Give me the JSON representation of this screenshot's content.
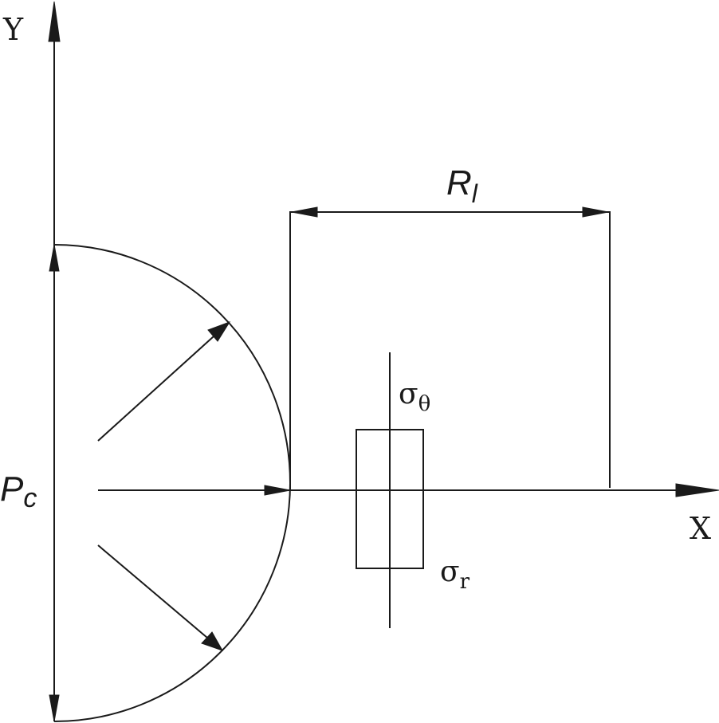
{
  "axes": {
    "y_label": "Y",
    "x_label": "X"
  },
  "labels": {
    "pressure_main": "P",
    "pressure_sub": "c",
    "radius_main": "R",
    "radius_sub": "l",
    "sigma_theta_main": "σ",
    "sigma_theta_sub": "θ",
    "sigma_r_main": "σ",
    "sigma_r_sub": "r"
  }
}
